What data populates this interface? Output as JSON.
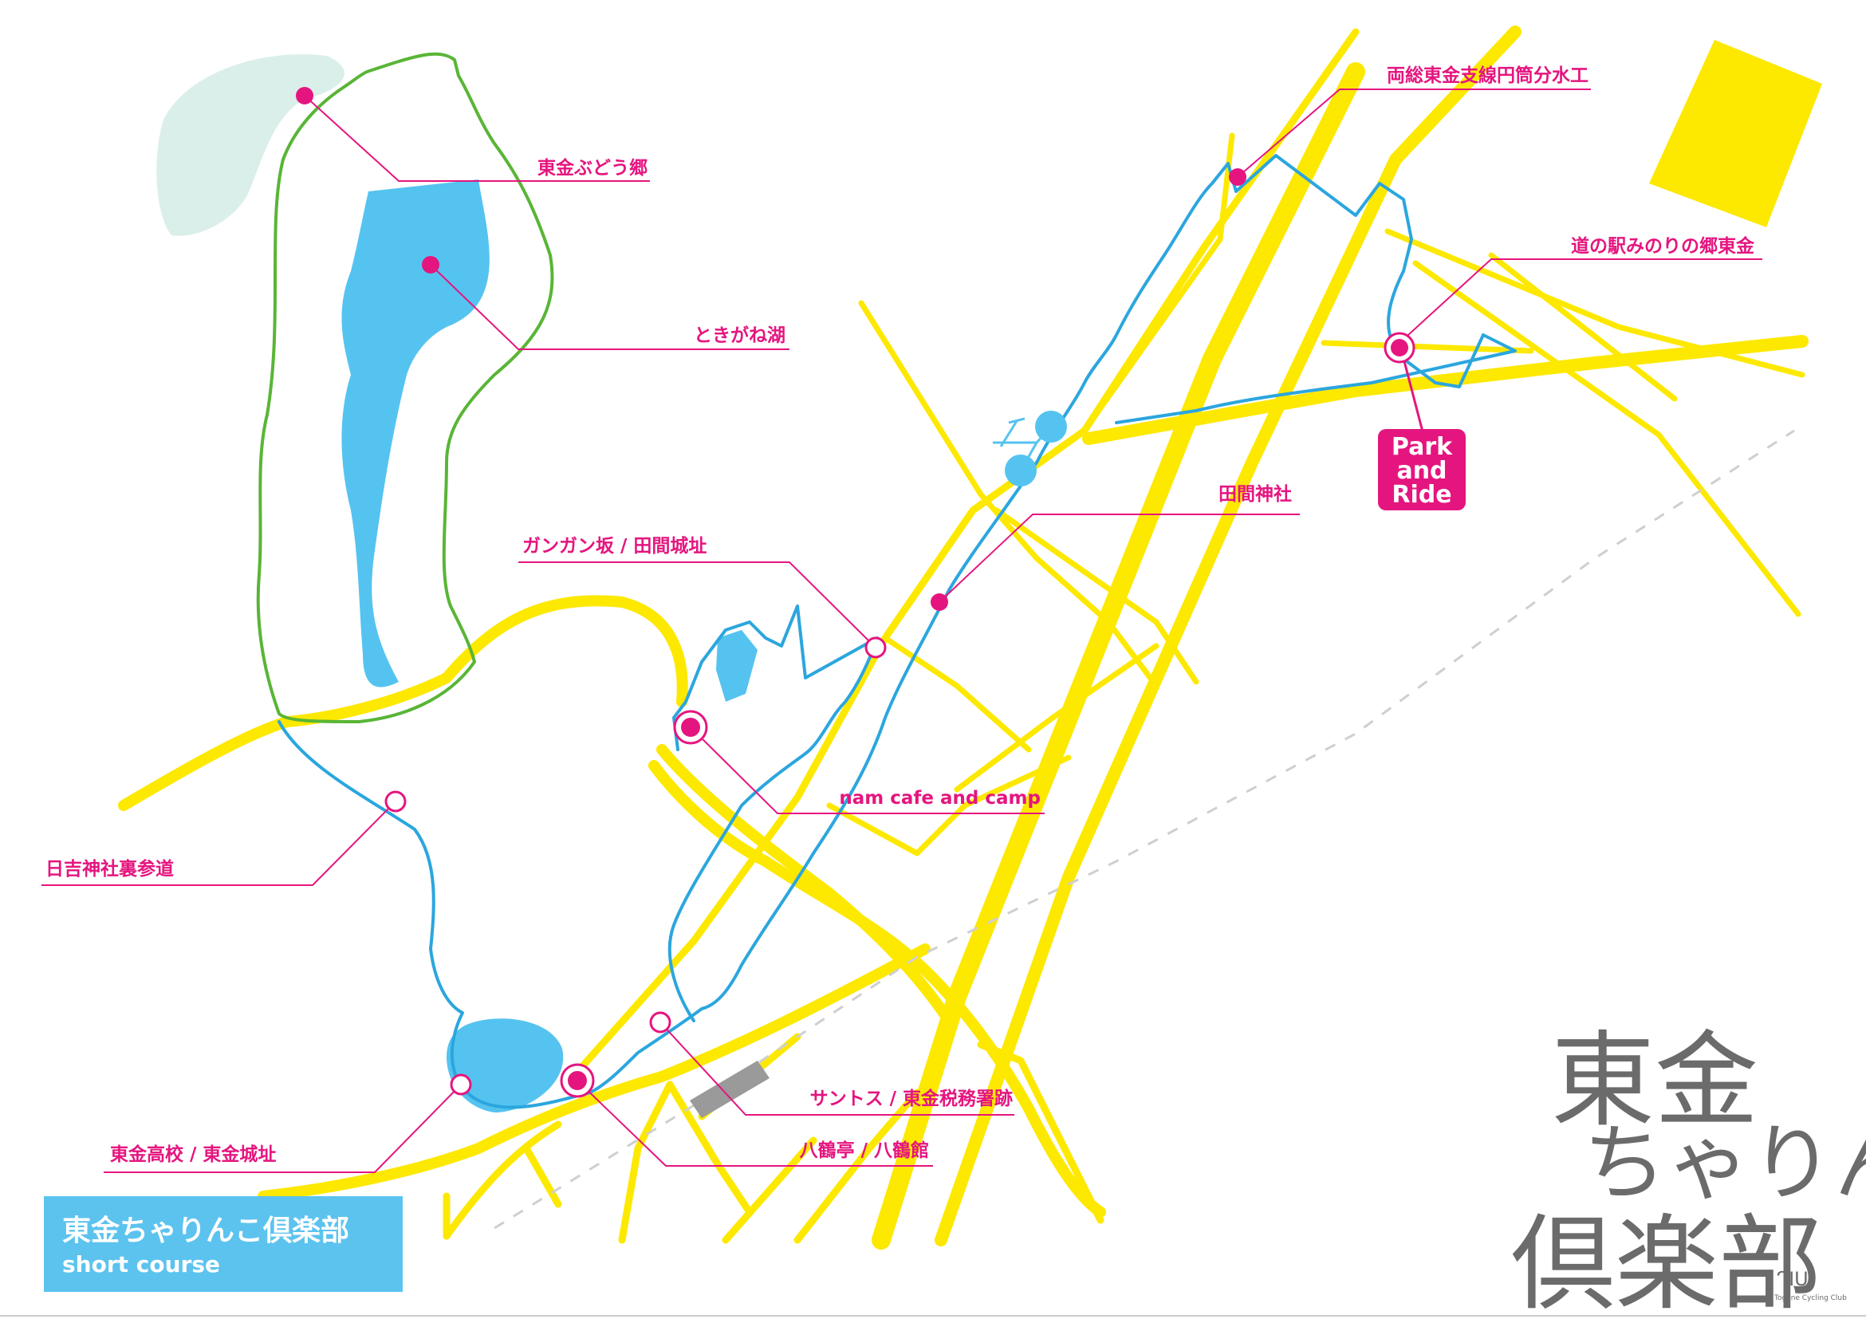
{
  "title": {
    "main": "東金ちゃりんこ倶楽部",
    "sub": "short course"
  },
  "places": [
    {
      "id": "budo",
      "label": "東金ぶどう郷"
    },
    {
      "id": "tokigane",
      "label": "ときがね湖"
    },
    {
      "id": "ryoso",
      "label": "両総東金支線円筒分水工"
    },
    {
      "id": "michinoeki",
      "label": "道の駅みのりの郷東金"
    },
    {
      "id": "tama-jinja",
      "label": "田間神社"
    },
    {
      "id": "gangan",
      "label": "ガンガン坂 / 田間城址"
    },
    {
      "id": "nam-cafe",
      "label": "nam cafe and camp"
    },
    {
      "id": "hiyoshi",
      "label": "日吉神社裏参道"
    },
    {
      "id": "santos",
      "label": "サントス / 東金税務署跡"
    },
    {
      "id": "hakkaku",
      "label": "八鶴亭 / 八鶴館"
    },
    {
      "id": "togane-high",
      "label": "東金高校 / 東金城址"
    }
  ],
  "park_and_ride": {
    "line1": "Park",
    "line2": "and",
    "line3": "Ride"
  },
  "logo": {
    "line1": "東金",
    "line2": "ちゃりんこ",
    "line3": "倶楽部",
    "mark": "ᒉIU",
    "sub": "Togane Cycling Club"
  },
  "colors": {
    "road": "#fde800",
    "route": "#2ba6de",
    "route_green": "#59b536",
    "marker": "#e5157f",
    "lake": "#55c3f0",
    "forest": "#daefe9",
    "title_bg": "#5cc3ef",
    "logo": "#6b6b6b"
  }
}
